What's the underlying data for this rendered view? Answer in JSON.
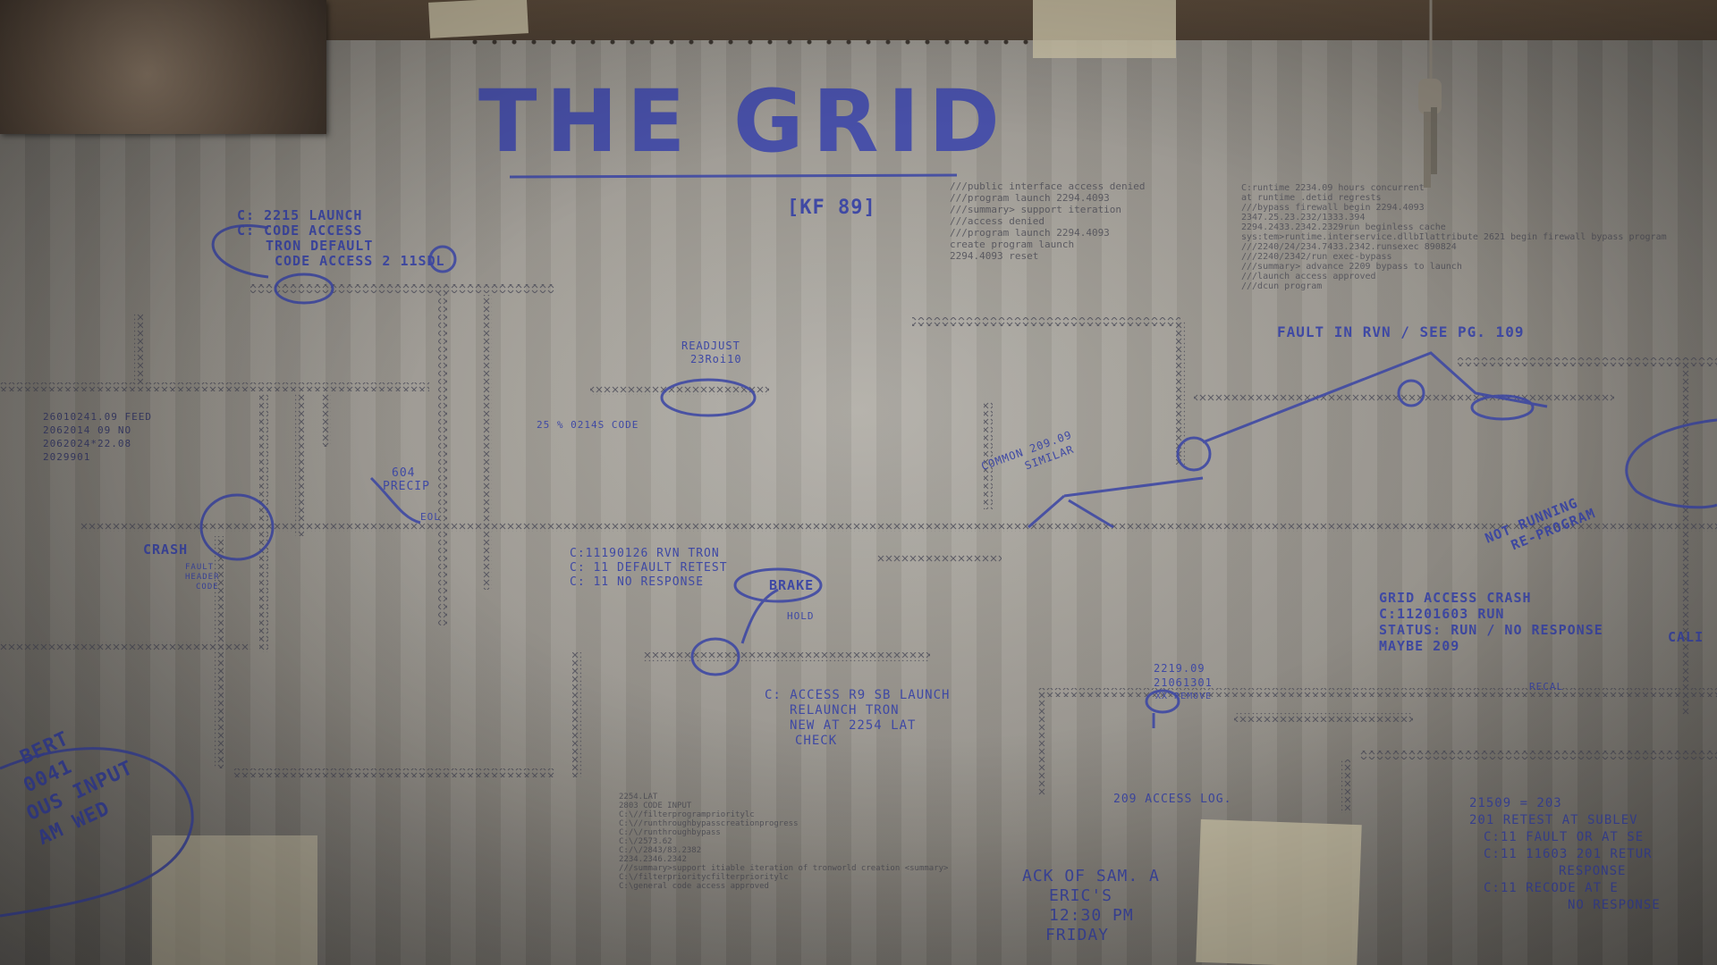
{
  "title": "THE GRID",
  "tag": "[KF 89]",
  "annotations": {
    "launch_block": [
      "C: 2215 LAUNCH",
      "C: CODE ACCESS",
      "TRON DEFAULT",
      "CODE ACCESS"
    ],
    "circled_num": "2",
    "launch_suffix": "11SDL",
    "readjust": [
      "READJUST",
      "23Roi10"
    ],
    "code_note": "25 % 0214S CODE",
    "left_feed": [
      "26010241.09 FEED",
      "2062014 09 NO",
      "2062024*22.08",
      "2029901"
    ],
    "precip": [
      "604",
      "PRECIP"
    ],
    "eol": "EOL",
    "crash": "CRASH",
    "crash_sub": [
      "FAULT",
      "HEADER",
      "CODE"
    ],
    "tron_retest": [
      "C:11190126 RVN TRON",
      "C: 11 DEFAULT RETEST",
      "C: 11 NO RESPONSE"
    ],
    "brake": "BRAKE",
    "hold": "HOLD",
    "access_launch": [
      "C: ACCESS R9 SB LAUNCH",
      "RELAUNCH TRON",
      "NEW AT 2254 LAT",
      "CHECK"
    ],
    "common": [
      "COMMON 209.09",
      "SIMILAR"
    ],
    "fault": "FAULT IN RVN / SEE PG. 109",
    "not_running": [
      "NOT RUNNING",
      "RE-PROGRAM"
    ],
    "grid_crash": [
      "GRID ACCESS CRASH",
      "C:11201603 RUN",
      "STATUS: RUN / NO RESPONSE",
      "MAYBE 209"
    ],
    "recal": "RECAL",
    "cali": "CALI",
    "remove_note": [
      "2219.09",
      "21061301",
      "XX REMOVE"
    ],
    "access_log": "209 ACCESS LOG.",
    "ack": [
      "ACK OF SAM. A",
      "ERIC'S",
      "12:30 PM",
      "FRIDAY"
    ],
    "bottom_right": [
      "21509 = 203",
      "201 RETEST AT SUBLEV",
      "C:11 FAULT OR AT SE",
      "C:11 11603 201 RETUR",
      "RESPONSE",
      "C:11 RECODE AT E",
      "NO RESPONSE"
    ],
    "bottom_left": [
      "BERT",
      "0041",
      "OUS INPUT",
      "AM WED"
    ]
  },
  "printouts": {
    "top_center": "///public interface access denied\n///program launch 2294.4093\n///summary> support iteration\n///access denied\n///program launch 2294.4093\ncreate program launch\n2294.4093 reset",
    "top_right": "C:runtime 2234.09 hours concurrent\nat runtime .detid regrests\n///bypass firewall begin 2294.4093\n2347.25.23.232/1333.394\n2294.2433.2342.2329run beginless cache\nsys:tem>runtime.interservice.dllbIlattribute 2621 begin firewall bypass program\n///2240/24/234.7433.2342.runsexec 890824\n///2240/2342/run exec-bypass\n///summary> advance 2209 bypass to launch\n///launch access approved\n///dcun program",
    "bottom_center": "2254.LAT\n2803 CODE INPUT\nC:\\//filterprogramprioritylc\nC:\\//runthroughbypasscreationprogress\nC:/\\/runthroughbypass\nC:\\/2573.62\nC:/\\/2843/83.2382\n2234.2346.2342\n///summary>support itiable iteration of tronworld creation <summary>\nC:\\/filterprioritycfilterprioritylc\nC:\\general code access approved"
  },
  "colors": {
    "ink": "#3f49a4",
    "paper": "#a9a59e",
    "print": "#4a4a54"
  }
}
